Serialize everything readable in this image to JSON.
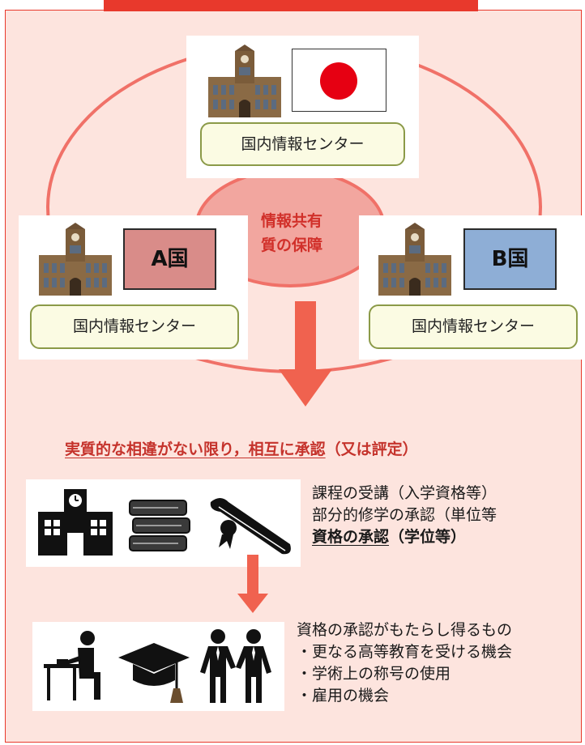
{
  "header": {
    "label": ""
  },
  "center": {
    "line1": "情報共有",
    "line2": "質の保障"
  },
  "japan": {
    "center_label": "国内情報センター"
  },
  "country_a": {
    "name": "A国",
    "center_label": "国内情報センター"
  },
  "country_b": {
    "name": "B国",
    "center_label": "国内情報センター"
  },
  "statement": {
    "main": "実質的な相違がない限り，相互に承認",
    "paren": "（又は評定）"
  },
  "recognition": {
    "line1": "課程の受講（入学資格等）",
    "line2": "部分的修学の承認（単位等",
    "line3_main": "資格の承認",
    "line3_paren": "（学位等）"
  },
  "benefits": {
    "title": "資格の承認がもたらし得るもの",
    "items": [
      "・更なる高等教育を受ける機会",
      "・学術上の称号の使用",
      "・雇用の機会"
    ]
  },
  "icons": {
    "building": "university-building-icon",
    "school": "school-icon",
    "books": "books-icon",
    "diploma": "diploma-icon",
    "student": "student-desk-icon",
    "cap": "graduation-cap-icon",
    "people": "handshake-people-icon"
  },
  "colors": {
    "accent": "#e8392c",
    "panel": "#fde4de",
    "country_a": "#d98c89",
    "country_b": "#8eaed6",
    "pill": "#fbfbe3"
  }
}
